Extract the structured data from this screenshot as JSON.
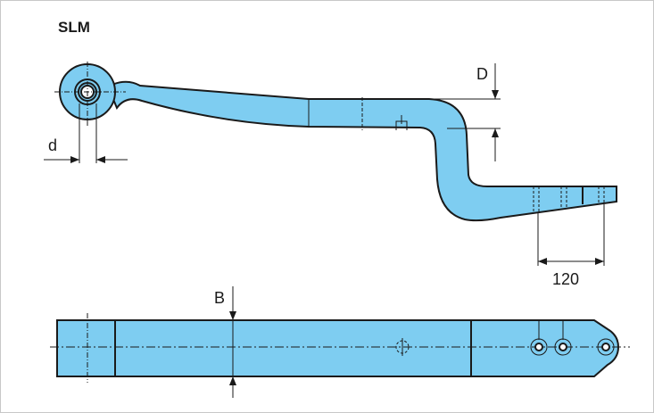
{
  "title": "SLM",
  "labels": {
    "d": "d",
    "D": "D",
    "B": "B",
    "length": "120"
  },
  "colors": {
    "fill": "#7ecdf1",
    "stroke": "#1a1a1a"
  }
}
